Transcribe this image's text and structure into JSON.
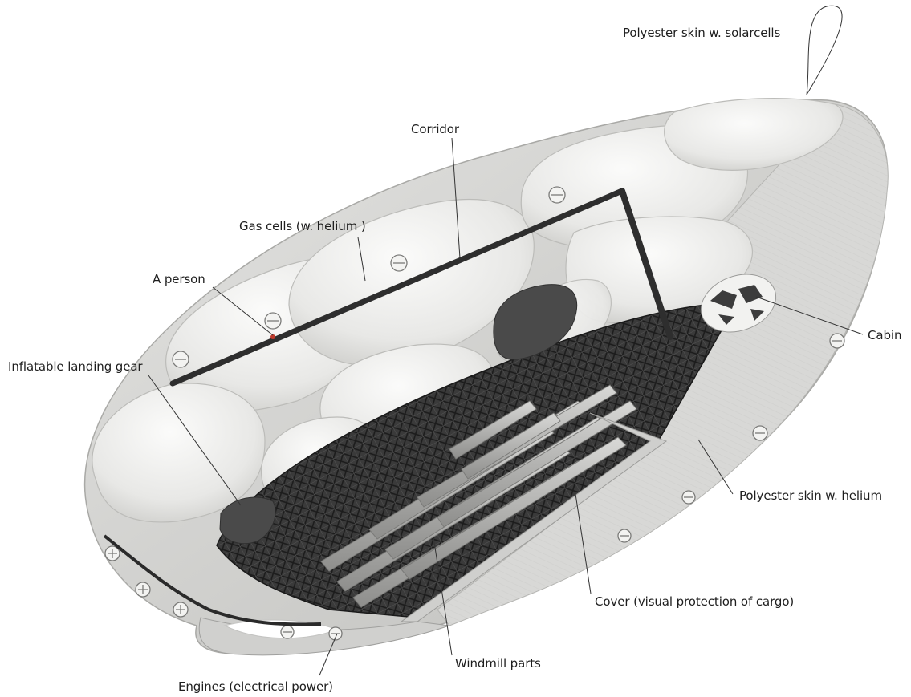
{
  "diagram": {
    "labels": {
      "skin_solar": "Polyester skin w. solarcells",
      "corridor": "Corridor",
      "gas_cells": "Gas cells (w. helium )",
      "person": "A person",
      "landing_gear": "Inflatable landing gear",
      "cabin": "Cabin",
      "skin_helium": "Polyester skin w. helium",
      "cover": "Cover (visual  protection  of cargo)",
      "windmill": "Windmill parts",
      "engines": "Engines (electrical power)"
    },
    "colors": {
      "gas_cell": "#eeeeec",
      "skin": "#d9d9d7",
      "truss": "#2b2b2b",
      "beam": "#bdbdbb",
      "landing_pad": "#4a4a4a",
      "leader": "#333333"
    }
  }
}
